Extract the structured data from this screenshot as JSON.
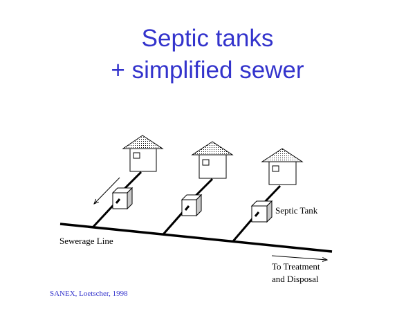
{
  "title": {
    "line1": "Septic tanks",
    "line2": "+ simplified sewer"
  },
  "labels": {
    "septic_tank": "Septic Tank",
    "sewerage_line": "Sewerage Line",
    "to_treatment_line1": "To Treatment",
    "to_treatment_line2": "and Disposal"
  },
  "citation": "SANEX, Loetscher, 1998",
  "colors": {
    "title": "#3333cc",
    "cube_side": "#c8c8c8"
  }
}
